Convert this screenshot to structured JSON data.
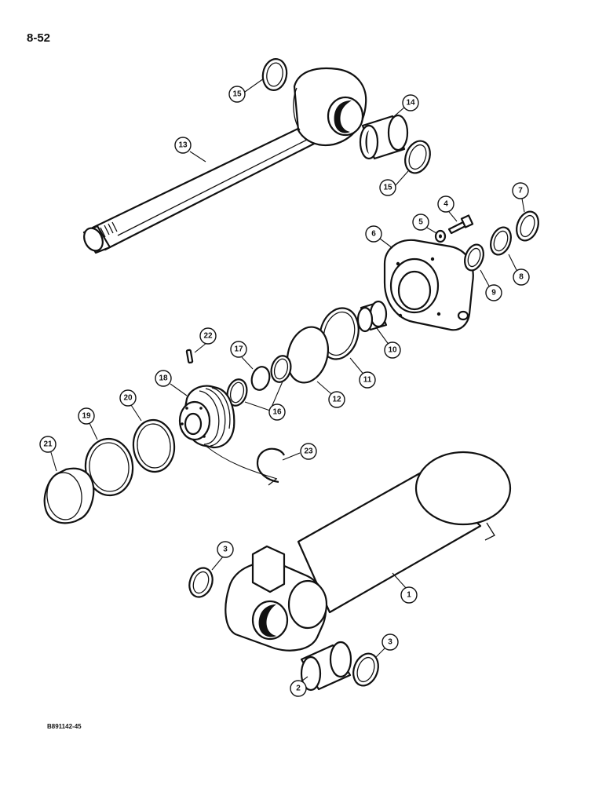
{
  "page": {
    "page_number": "8-52",
    "figure_code": "B891142-45"
  },
  "callouts": [
    {
      "part": "1",
      "label": "1"
    },
    {
      "part": "2",
      "label": "2"
    },
    {
      "part": "3a",
      "label": "3"
    },
    {
      "part": "3b",
      "label": "3"
    },
    {
      "part": "4",
      "label": "4"
    },
    {
      "part": "5",
      "label": "5"
    },
    {
      "part": "6",
      "label": "6"
    },
    {
      "part": "7",
      "label": "7"
    },
    {
      "part": "8",
      "label": "8"
    },
    {
      "part": "9",
      "label": "9"
    },
    {
      "part": "10",
      "label": "10"
    },
    {
      "part": "11",
      "label": "11"
    },
    {
      "part": "12",
      "label": "12"
    },
    {
      "part": "13",
      "label": "13"
    },
    {
      "part": "14",
      "label": "14"
    },
    {
      "part": "15a",
      "label": "15"
    },
    {
      "part": "15b",
      "label": "15"
    },
    {
      "part": "16",
      "label": "16"
    },
    {
      "part": "17",
      "label": "17"
    },
    {
      "part": "18",
      "label": "18"
    },
    {
      "part": "19",
      "label": "19"
    },
    {
      "part": "20",
      "label": "20"
    },
    {
      "part": "21",
      "label": "21"
    },
    {
      "part": "22",
      "label": "22"
    },
    {
      "part": "23",
      "label": "23"
    }
  ]
}
